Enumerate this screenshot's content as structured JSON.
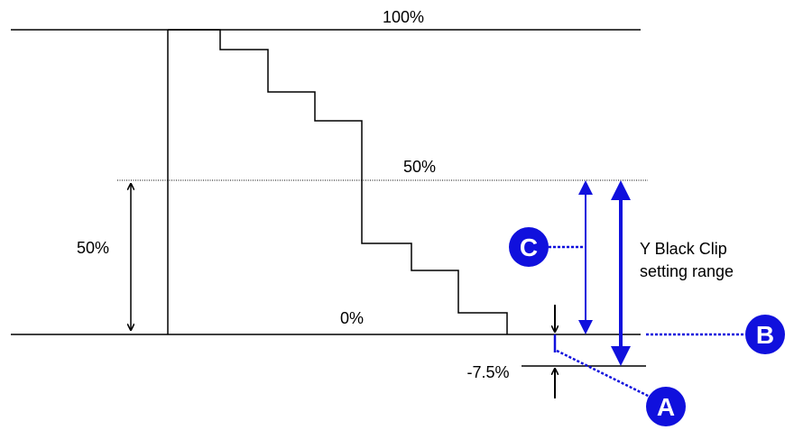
{
  "diagram": {
    "labels": {
      "level_100": "100%",
      "level_50": "50%",
      "level_0": "0%",
      "level_neg": "-7.5%",
      "left_span": "50%",
      "range_line1": "Y Black Clip",
      "range_line2": "setting range"
    },
    "markers": {
      "a": "A",
      "b": "B",
      "c": "C"
    },
    "colors": {
      "line": "#000000",
      "accent": "#1010dd",
      "background": "#ffffff"
    }
  }
}
